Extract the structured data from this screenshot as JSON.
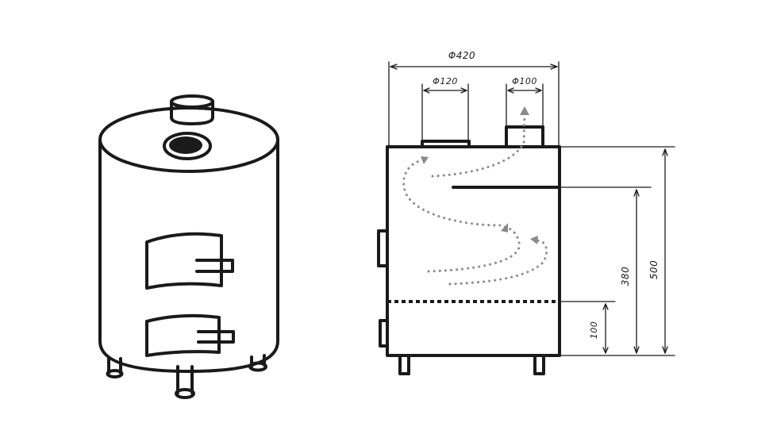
{
  "diagram": {
    "dimensions": {
      "overall_diameter": "Φ420",
      "inlet_diameter": "Φ120",
      "outlet_diameter": "Φ100",
      "height_total": "500",
      "height_baffle": "380",
      "height_grate": "100"
    },
    "colors": {
      "ink": "#1a1a1a",
      "flow": "#8a8a8a",
      "background": "#ffffff"
    }
  }
}
